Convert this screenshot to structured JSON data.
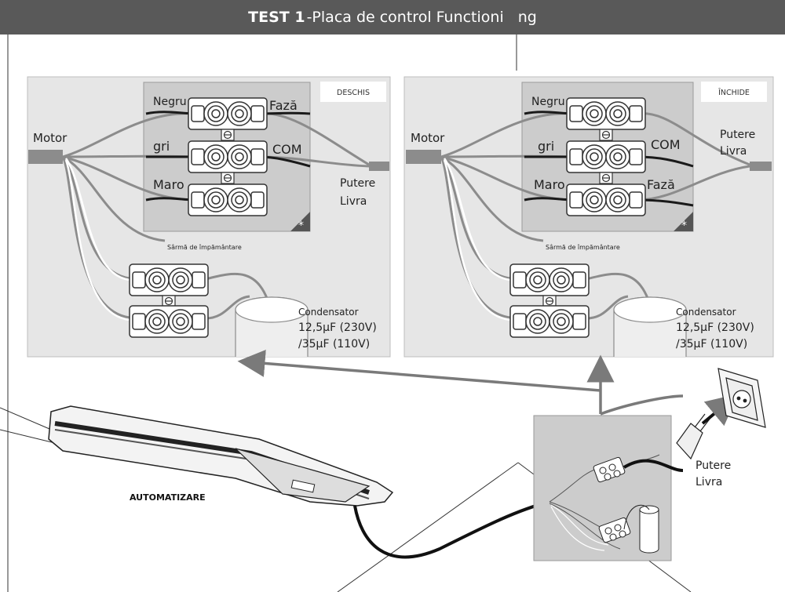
{
  "title": {
    "bold": "TEST 1",
    "rest": "-Placa de control Functioni",
    "tail": "ng"
  },
  "panel_left": {
    "tag": "DESCHIS",
    "motor": "Motor",
    "wire_black": "Negru",
    "wire_grey": "gri",
    "wire_brown": "Maro",
    "term_top": "Fază",
    "term_mid": "COM",
    "power_1": "Putere",
    "power_2": "Livra",
    "ground": "Sârmă de împământare",
    "cap_1": "Condensator",
    "cap_2": "12,5μF (230V)",
    "cap_3": "/35μF (110V)",
    "star": "*"
  },
  "panel_right": {
    "tag": "ÎNCHIDE",
    "motor": "Motor",
    "wire_black": "Negru",
    "wire_grey": "gri",
    "wire_brown": "Maro",
    "term_mid": "COM",
    "term_bot": "Fază",
    "power_1": "Putere",
    "power_2": "Livra",
    "ground": "Sârmă de împământare",
    "cap_1": "Condensator",
    "cap_2": "12,5μF (230V)",
    "cap_3": "/35μF (110V)",
    "star": "*"
  },
  "scene": {
    "automation": "AUTOMATIZARE",
    "power_1": "Putere",
    "power_2": "Livra"
  },
  "colors": {
    "title_bg": "#595959",
    "panel_bg": "#e6e6e6",
    "box_bg": "#cccccc",
    "wire_grey": "#8c8c8c",
    "wire_dark": "#1a1a1a"
  }
}
